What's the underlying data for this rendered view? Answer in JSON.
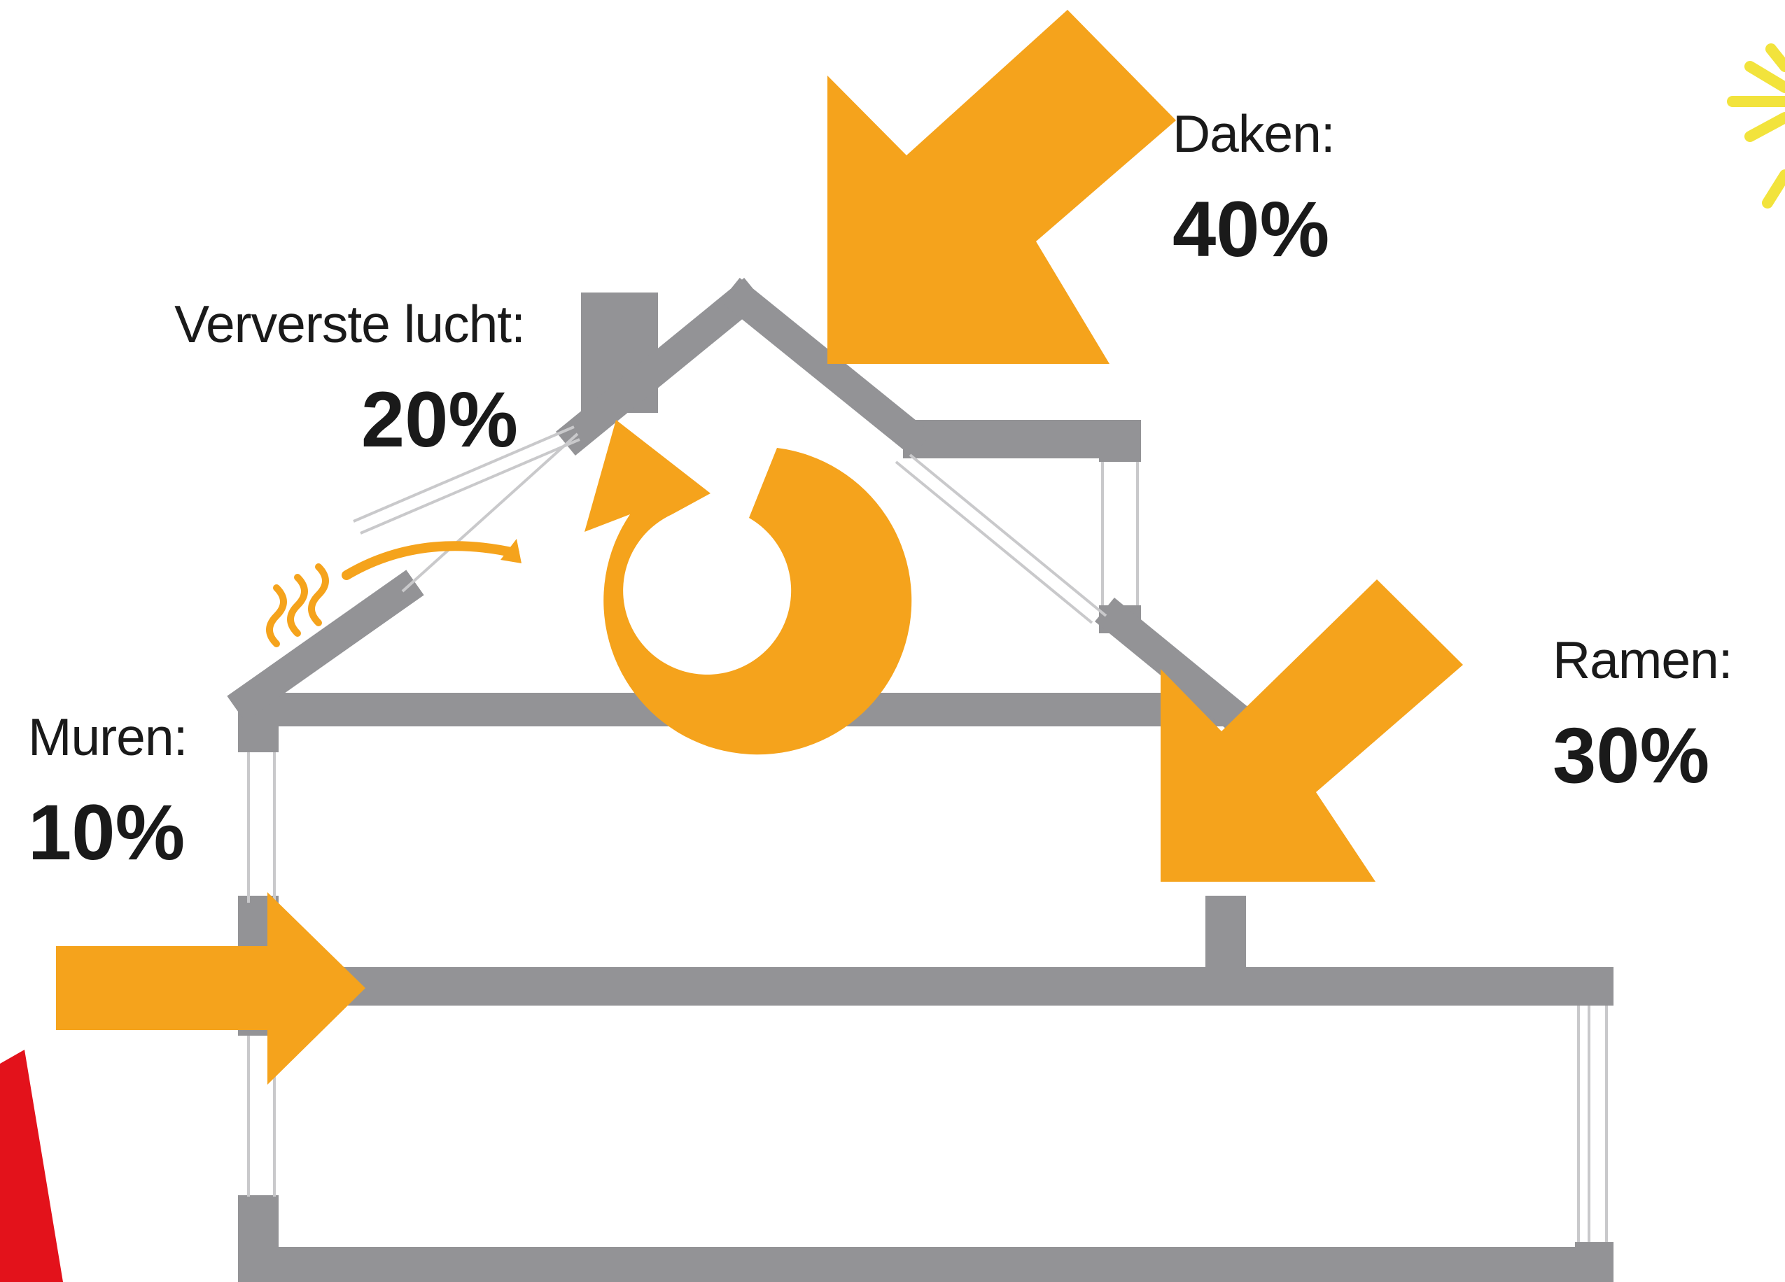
{
  "colors": {
    "arrow": "#f5a31c",
    "wall": "#939396",
    "window_line": "#c9c9cb",
    "accent_red": "#e3121b",
    "sun": "#f2e33c",
    "text": "#1a1a1a"
  },
  "icons": [
    "arrow-roof-icon",
    "arrow-window-icon",
    "arrow-wall-icon",
    "circular-air-arrow-icon",
    "heat-wave-icon",
    "sun-icon"
  ],
  "labels": {
    "daken": {
      "name": "Daken:",
      "value": "40%"
    },
    "ververste_lucht": {
      "name": "Ververste lucht:",
      "value": "20%"
    },
    "ramen": {
      "name": "Ramen:",
      "value": "30%"
    },
    "muren": {
      "name": "Muren:",
      "value": "10%"
    }
  }
}
